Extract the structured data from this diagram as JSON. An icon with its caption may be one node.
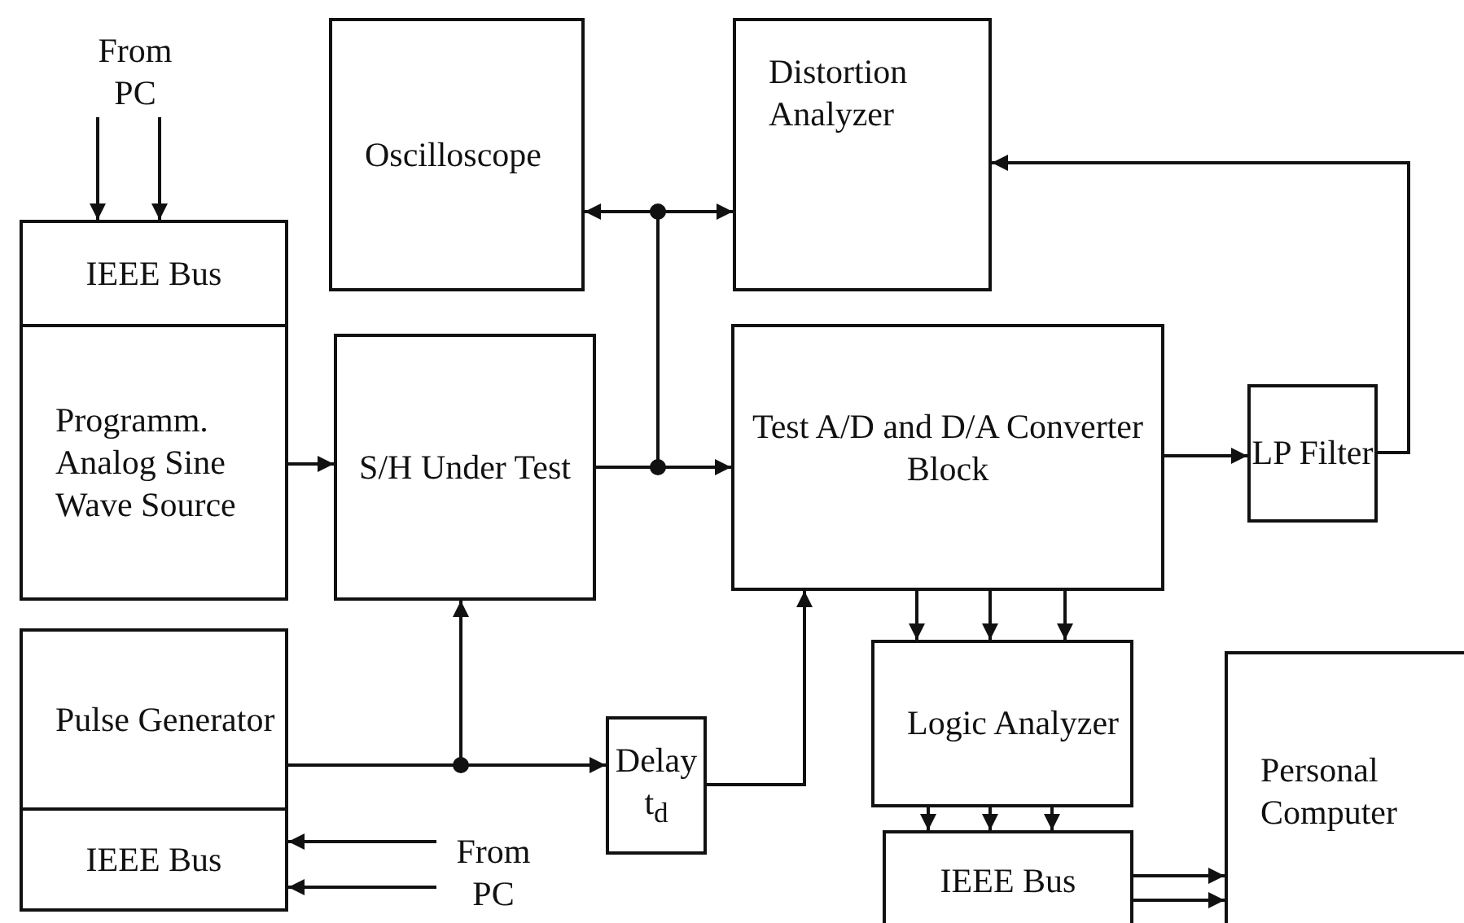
{
  "diagram": {
    "nodes": [
      {
        "text": [
          "From PC"
        ]
      },
      {
        "text": [
          "IEEE Bus"
        ]
      },
      {
        "text": [
          "Programm. Analog Sine Wave Source"
        ]
      },
      {
        "text": [
          "Oscilloscope"
        ]
      },
      {
        "text": [
          "Distortion Analyzer"
        ]
      },
      {
        "text": [
          "S/H Under Test"
        ]
      },
      {
        "text": [
          "Test A/D and D/A Converter Block"
        ]
      },
      {
        "text": [
          "LP Filter"
        ]
      },
      {
        "text": [
          "Pulse Generator"
        ]
      },
      {
        "text": [
          "IEEE Bus"
        ]
      },
      {
        "text": [
          "From PC"
        ]
      },
      {
        "text": [
          "Delay t$_{d}$"
        ]
      },
      {
        "text": [
          "Logic Analyzer"
        ]
      },
      {
        "text": [
          "IEEE Bus"
        ]
      },
      {
        "text": [
          "Personal Computer"
        ]
      }
    ],
    "edges": [
      {
        "from": 0,
        "to": 1,
        "arrow": "to"
      },
      {
        "from": 0,
        "to": 1,
        "arrow": "to"
      },
      {
        "from": 2,
        "to": 5,
        "arrow": "to"
      },
      {
        "from": 5,
        "to": 6,
        "arrow": "to"
      },
      {
        "from": 5,
        "to": 3,
        "arrow": "to"
      },
      {
        "from": 5,
        "to": 4,
        "arrow": "to"
      },
      {
        "from": 6,
        "to": 7,
        "arrow": "to"
      },
      {
        "from": 7,
        "to": 4,
        "arrow": "to"
      },
      {
        "from": 8,
        "to": 5,
        "arrow": "to"
      },
      {
        "from": 8,
        "to": 11,
        "arrow": "to"
      },
      {
        "from": 11,
        "to": 6,
        "arrow": "to"
      },
      {
        "from": 6,
        "to": 12,
        "arrow": "to"
      },
      {
        "from": 6,
        "to": 12,
        "arrow": "to"
      },
      {
        "from": 6,
        "to": 12,
        "arrow": "to"
      },
      {
        "from": 12,
        "to": 13,
        "arrow": "to"
      },
      {
        "from": 12,
        "to": 13,
        "arrow": "to"
      },
      {
        "from": 12,
        "to": 13,
        "arrow": "to"
      },
      {
        "from": 13,
        "to": 14,
        "arrow": "to"
      },
      {
        "from": 13,
        "to": 14,
        "arrow": "to"
      },
      {
        "from": 10,
        "to": 9,
        "arrow": "to"
      },
      {
        "from": 10,
        "to": 9,
        "arrow": "to"
      }
    ]
  }
}
